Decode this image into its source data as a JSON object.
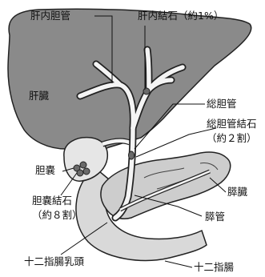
{
  "labels": {
    "intrahepatic_bile_duct": "肝内胆管",
    "intrahepatic_stone": "肝内結石（約1%）",
    "liver": "肝臓",
    "common_bile_duct": "総胆管",
    "common_bile_duct_stone_1": "総胆管結石",
    "common_bile_duct_stone_2": "（約２割）",
    "gallbladder": "胆嚢",
    "gallbladder_stone_1": "胆嚢結石",
    "gallbladder_stone_2": "（約８割）",
    "pancreas": "膵臓",
    "pancreatic_duct": "膵管",
    "duodenal_papilla": "十二指腸乳頭",
    "duodenum": "十二指腸"
  },
  "colors": {
    "liver": "#8a8a8a",
    "gallbladder": "#e6e6e6",
    "duodenum": "#d9d9d9",
    "pancreas": "#cdcdcd",
    "duct": "#f4f4f4",
    "outline": "#222222",
    "stone": "#6a6a6a"
  }
}
